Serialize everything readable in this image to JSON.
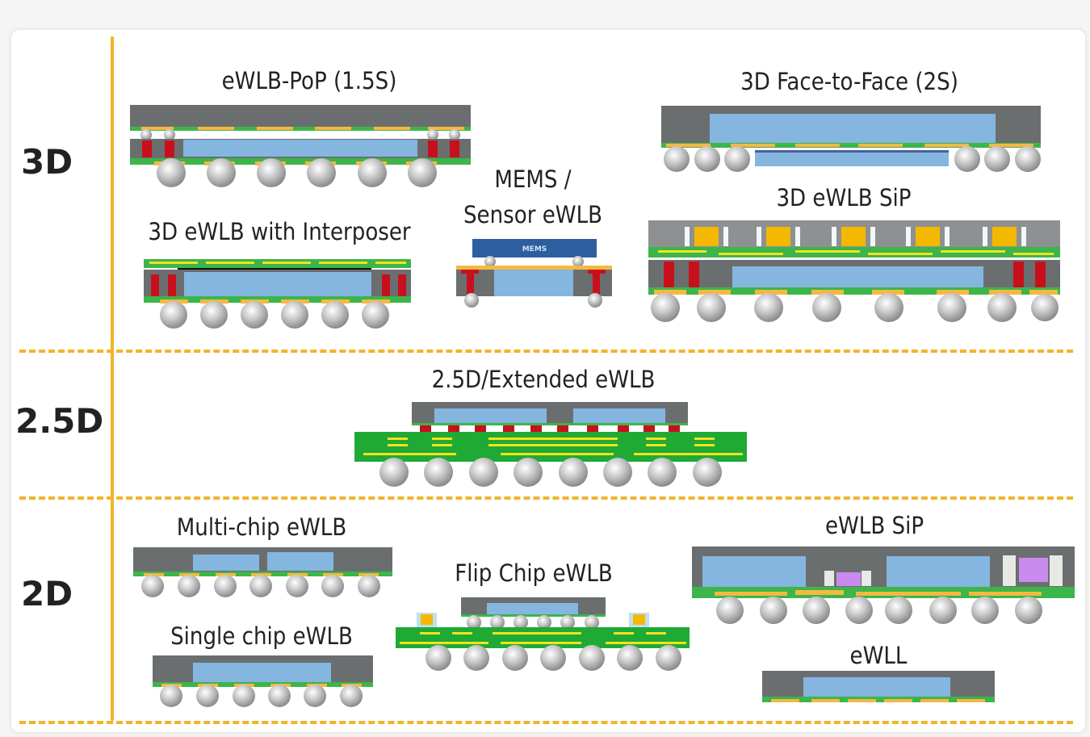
{
  "diagram": {
    "tiers": [
      {
        "id": "3d",
        "label": "3D"
      },
      {
        "id": "25d",
        "label": "2.5D"
      },
      {
        "id": "2d",
        "label": "2D"
      }
    ],
    "packages": {
      "ewlb_pop": {
        "label": "eWLB-PoP (1.5S)",
        "tier": "3D"
      },
      "face_to_face": {
        "label": "3D Face-to-Face (2S)",
        "tier": "3D"
      },
      "mems_sensor": {
        "label_line1": "MEMS /",
        "label_line2": "Sensor eWLB",
        "chip_text": "MEMS",
        "tier": "3D"
      },
      "interposer": {
        "label": "3D eWLB with Interposer",
        "tier": "3D"
      },
      "sip_3d": {
        "label": "3D eWLB SiP",
        "tier": "3D"
      },
      "extended": {
        "label": "2.5D/Extended eWLB",
        "tier": "2.5D"
      },
      "multi_chip": {
        "label": "Multi-chip eWLB",
        "tier": "2D"
      },
      "single_chip": {
        "label": "Single chip eWLB",
        "tier": "2D"
      },
      "flip_chip": {
        "label": "Flip Chip eWLB",
        "tier": "2D"
      },
      "sip_2d": {
        "label": "eWLB SiP",
        "tier": "2D"
      },
      "ewll": {
        "label": "eWLL",
        "tier": "2D"
      }
    },
    "colors": {
      "divider": "#f0b429",
      "mold": "#6b6e6f",
      "die": "#84b6e0",
      "rdl_green": "#3cb54a",
      "pad_orange": "#f5b841",
      "via_red": "#c8101c",
      "mems_blue": "#2d5fa0",
      "pcb_green": "#1faa35",
      "trace_yellow": "#f2e21c",
      "passive_purple": "#c98bf0",
      "ball": "#b8b8b8"
    }
  }
}
